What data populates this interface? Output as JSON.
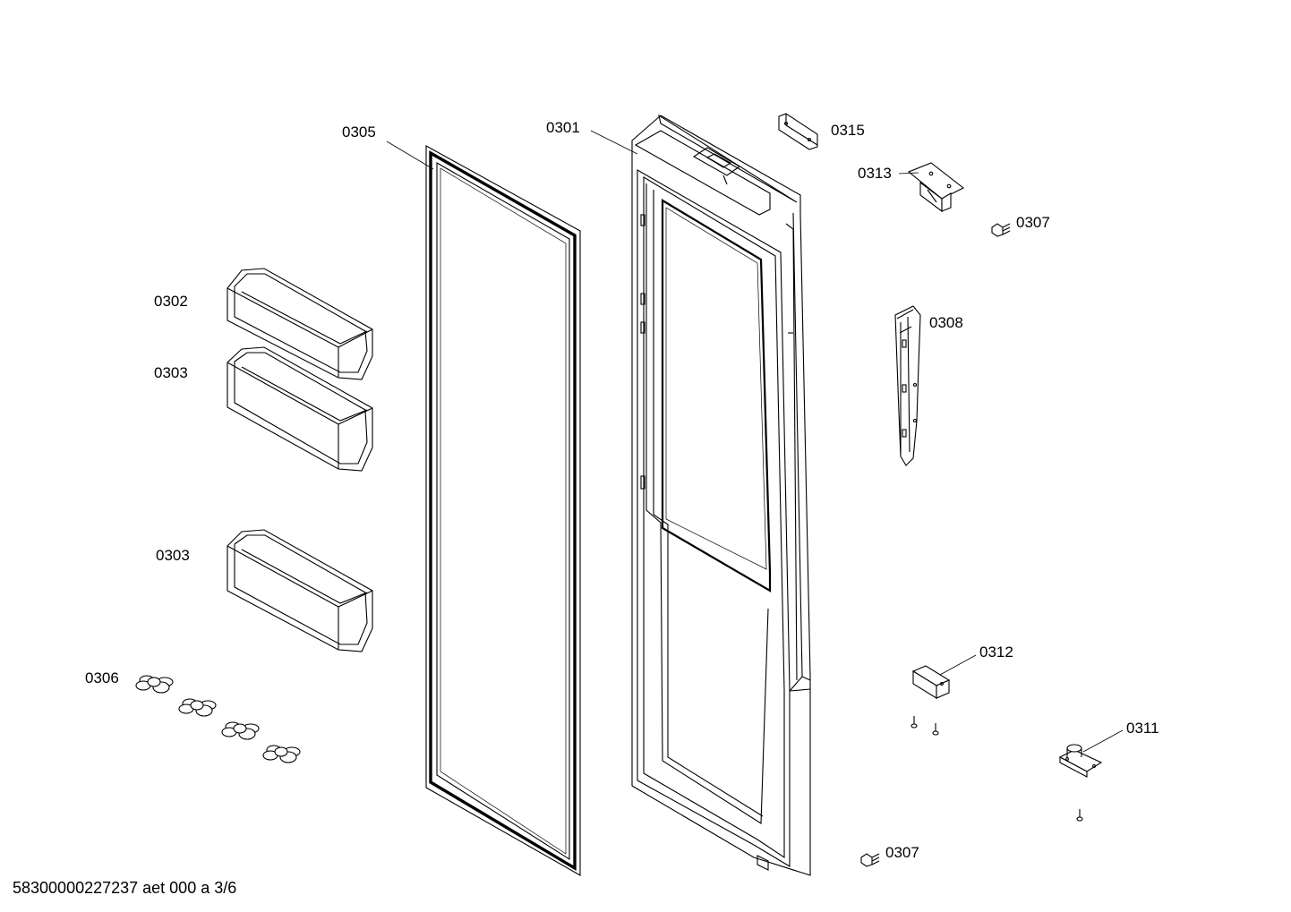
{
  "labels": {
    "p0305": "0305",
    "p0301": "0301",
    "p0315": "0315",
    "p0313": "0313",
    "p0307_top": "0307",
    "p0302": "0302",
    "p0303_upper": "0303",
    "p0308": "0308",
    "p0303_lower": "0303",
    "p0306": "0306",
    "p0312": "0312",
    "p0311": "0311",
    "p0307_bottom": "0307"
  },
  "footer": "58300000227237 aet 000 a 3/6"
}
